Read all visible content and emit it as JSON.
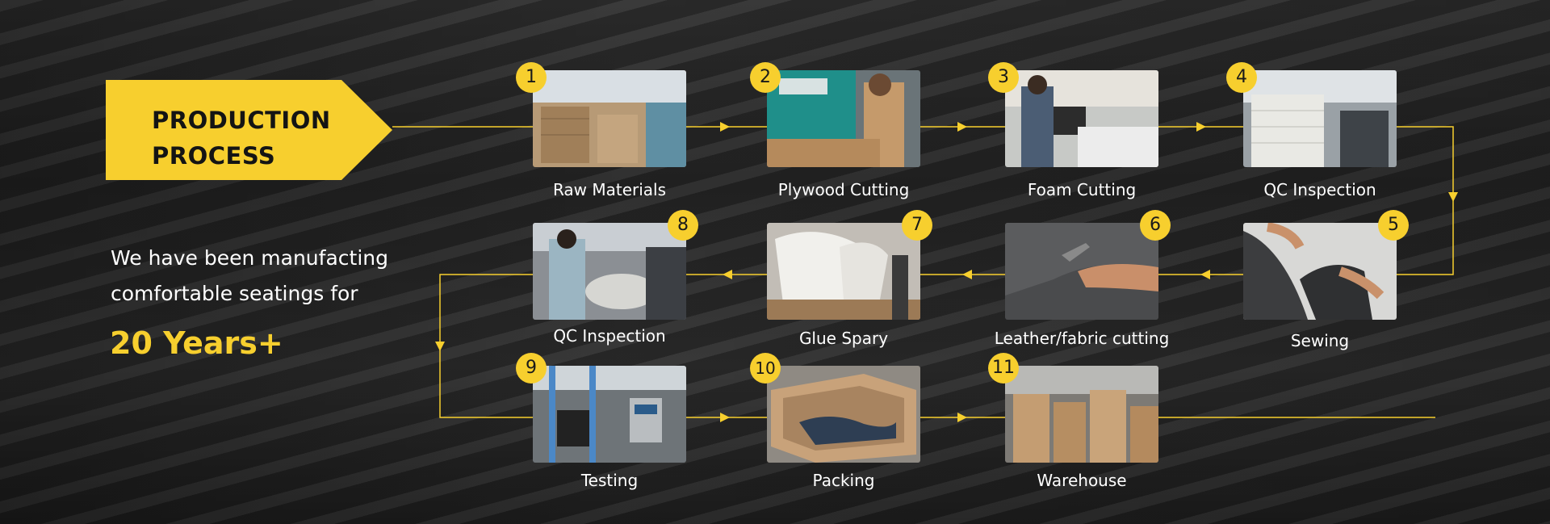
{
  "banner": {
    "line1": "PRODUCTION",
    "line2": "PROCESS"
  },
  "intro": {
    "line1": "We have been manufacting",
    "line2": "comfortable seatings for",
    "highlight": "20 Years+"
  },
  "colors": {
    "accent": "#f7cf2e",
    "text": "#ffffff",
    "background": "#2b2b2b"
  },
  "steps": [
    {
      "number": "1",
      "label": "Raw Materials"
    },
    {
      "number": "2",
      "label": "Plywood Cutting"
    },
    {
      "number": "3",
      "label": "Foam Cutting"
    },
    {
      "number": "4",
      "label": "QC Inspection"
    },
    {
      "number": "5",
      "label": "Sewing"
    },
    {
      "number": "6",
      "label": "Leather/fabric cutting"
    },
    {
      "number": "7",
      "label": "Glue Spary"
    },
    {
      "number": "8",
      "label": "QC Inspection"
    },
    {
      "number": "9",
      "label": "Testing"
    },
    {
      "number": "10",
      "label": "Packing"
    },
    {
      "number": "11",
      "label": "Warehouse"
    }
  ]
}
